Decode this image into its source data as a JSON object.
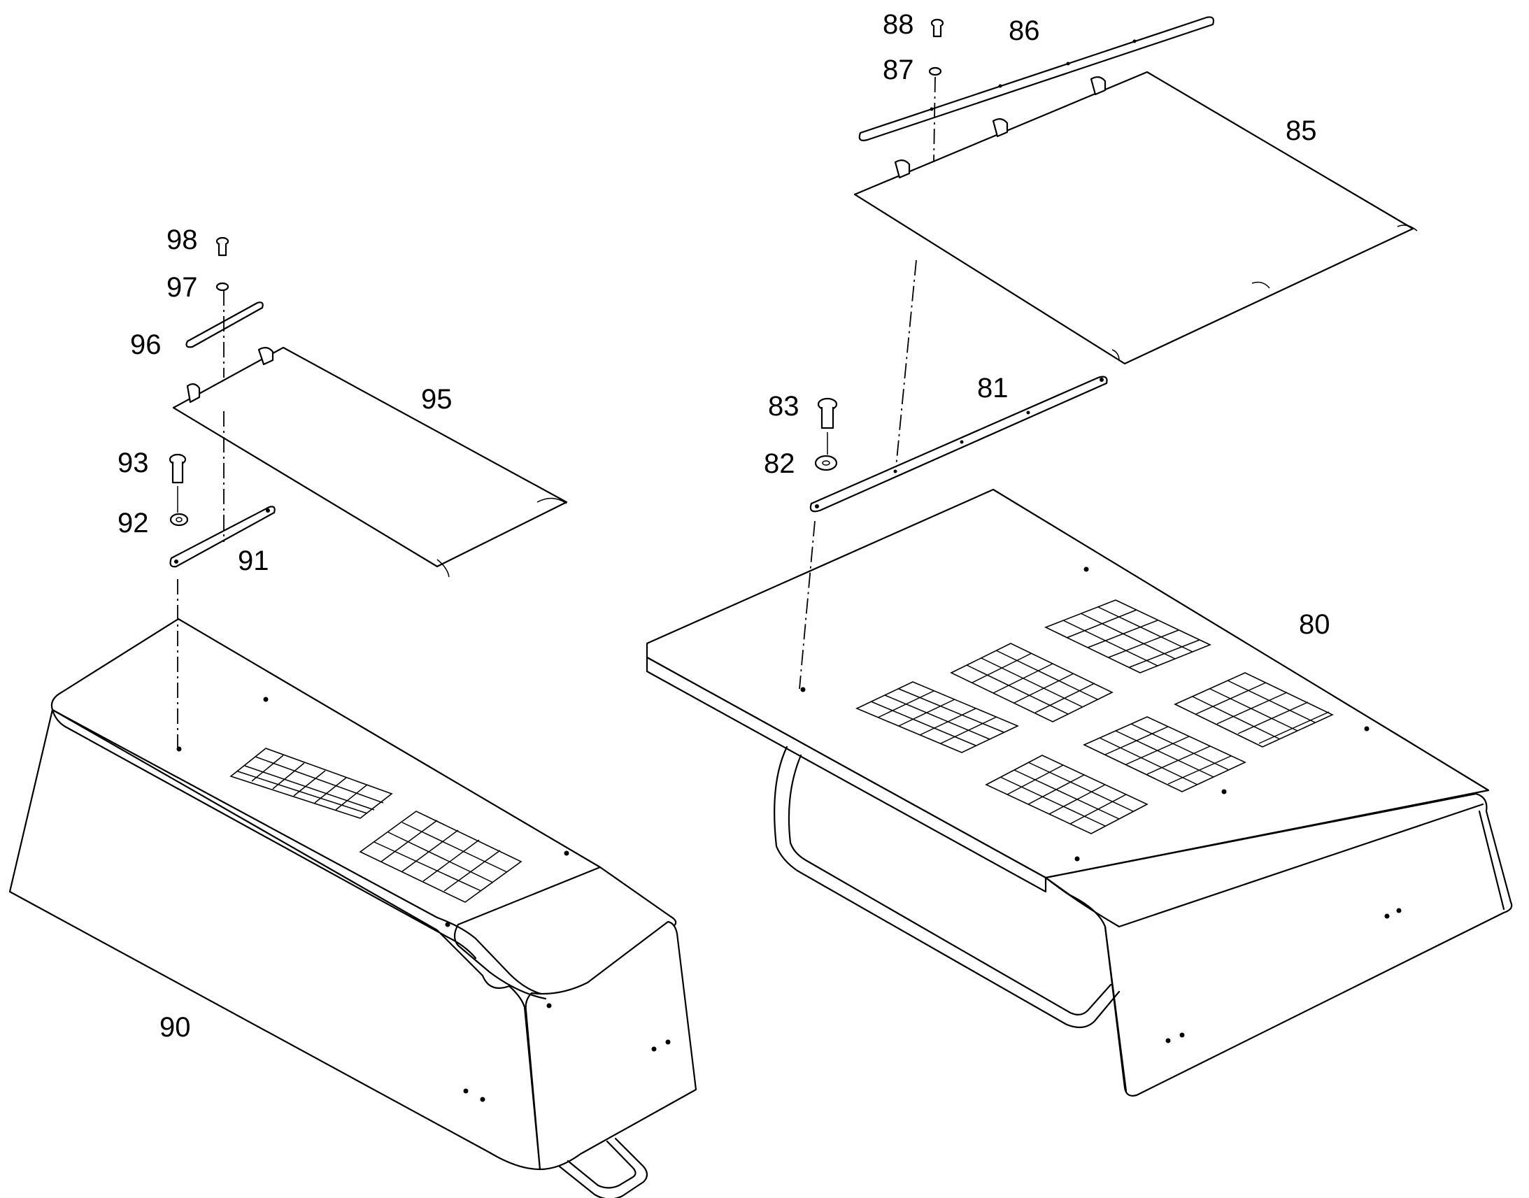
{
  "labels": {
    "p80": "80",
    "p81": "81",
    "p82": "82",
    "p83": "83",
    "p85": "85",
    "p86": "86",
    "p87": "87",
    "p88": "88",
    "p90": "90",
    "p91": "91",
    "p92": "92",
    "p93": "93",
    "p95": "95",
    "p96": "96",
    "p97": "97",
    "p98": "98"
  }
}
